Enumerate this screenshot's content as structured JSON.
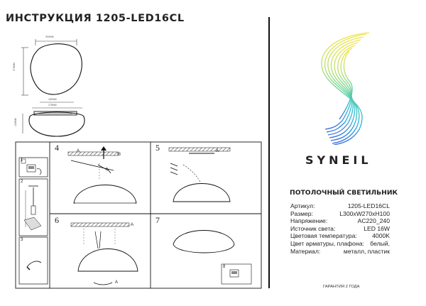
{
  "document": {
    "title": "ИНСТРУКЦИЯ 1205-LED16CL"
  },
  "brand": {
    "name": "SYNEIL"
  },
  "product": {
    "title": "ПОТОЛОЧНЫЙ СВЕТИЛЬНИК",
    "specs": [
      {
        "label": "Артикул:",
        "value": "1205-LED16CL"
      },
      {
        "label": "Размер:",
        "value": "L300xW270xH100"
      },
      {
        "label": "Напряжение:",
        "value": "AC220_240"
      },
      {
        "label": "Источник света:",
        "value": "LED 16W"
      },
      {
        "label": "Цветовая температура:",
        "value": "4000K"
      },
      {
        "label": "Цвет арматуры, плафона:",
        "value": "белый,"
      },
      {
        "label": "Материал:",
        "value": "металл, пластик"
      }
    ],
    "warranty": "ГАРАНТИЯ 2 ГОДА"
  },
  "steps": {
    "s1": "1",
    "s2": "2",
    "s3": "3",
    "s4": "4",
    "s5": "5",
    "s6": "6",
    "s7": "7",
    "s8": "8"
  },
  "labels": {
    "a": "A",
    "b": "B"
  },
  "dimensions": {
    "top_width": "300MM",
    "top_depth": "270MM",
    "side_inner": "180MM",
    "side_outer": "275MM",
    "side_height": "100MM"
  },
  "colors": {
    "accent_logo_stops": [
      "#f2e64a",
      "#b9e06a",
      "#5fd0a8",
      "#2fb8d8",
      "#3a6fe0"
    ],
    "text": "#222222",
    "line": "#111111"
  }
}
